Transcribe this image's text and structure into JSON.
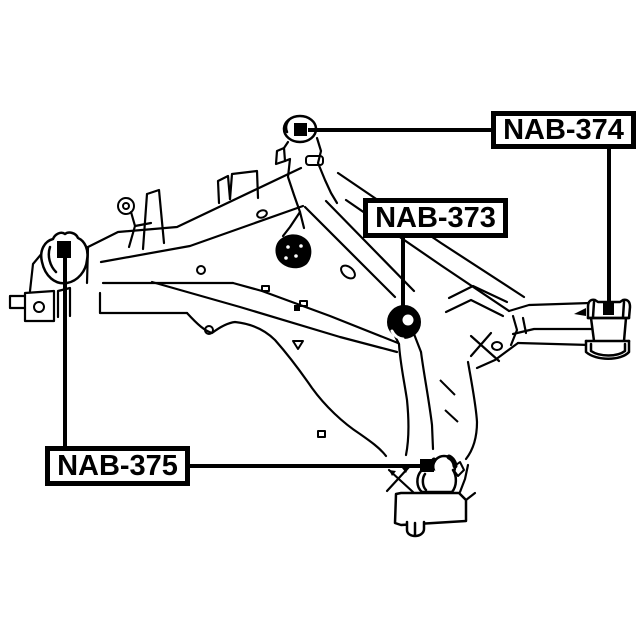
{
  "figure": {
    "type": "technical-parts-line-drawing",
    "subject": "rear suspension crossmember (subframe) with arm bushings",
    "background_color": "#ffffff",
    "line_color": "#000000"
  },
  "labels": [
    {
      "text": "NAB-374"
    },
    {
      "text": "NAB-373"
    },
    {
      "text": "NAB-375"
    }
  ]
}
